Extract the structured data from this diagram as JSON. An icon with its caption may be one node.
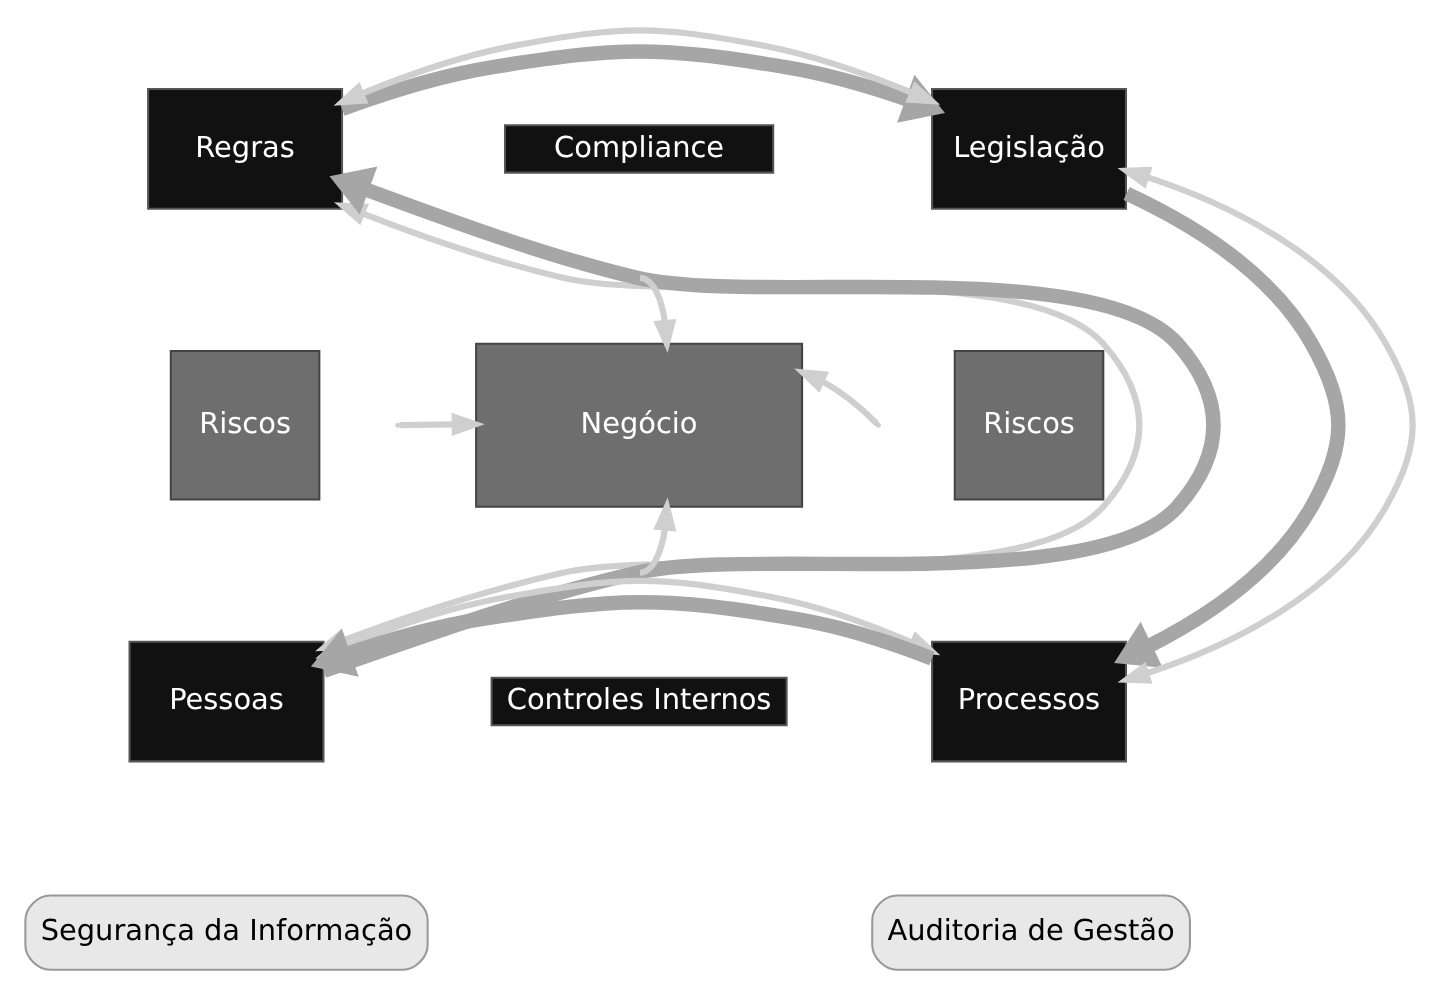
{
  "diagram": {
    "nodes": [
      {
        "text": [
          "Regras"
        ]
      },
      {
        "text": [
          "Compliance"
        ]
      },
      {
        "text": [
          "Legislação"
        ]
      },
      {
        "text": [
          "Riscos"
        ]
      },
      {
        "text": [
          "Negócio"
        ]
      },
      {
        "text": [
          "Riscos"
        ]
      },
      {
        "text": [
          "Pessoas"
        ]
      },
      {
        "text": [
          "Controles Internos"
        ]
      },
      {
        "text": [
          "Processos"
        ]
      },
      {
        "text": [
          "Segurança da Informação"
        ]
      },
      {
        "text": [
          "Auditoria de Gestão"
        ]
      }
    ],
    "edges": [
      {
        "from": 0,
        "to": 2,
        "arrow": "to",
        "style": "thick",
        "color": "#a6a6a6"
      },
      {
        "from": 2,
        "to": 8,
        "arrow": "to",
        "style": "thick",
        "color": "#a6a6a6"
      },
      {
        "from": 8,
        "to": 6,
        "arrow": "to",
        "style": "thick",
        "color": "#a6a6a6"
      },
      {
        "from": 6,
        "to": 0,
        "arrow": "to",
        "style": "thick",
        "color": "#a6a6a6"
      },
      {
        "from": 0,
        "to": 2,
        "arrow": "both"
      },
      {
        "from": null,
        "to": 4,
        "arrow": "to"
      },
      {
        "from": 0,
        "to": 6,
        "arrow": "both"
      },
      {
        "from": 2,
        "to": 8,
        "arrow": "both"
      },
      {
        "from": null,
        "to": 4,
        "arrow": "to"
      },
      {
        "from": null,
        "to": 4,
        "arrow": "to"
      },
      {
        "from": 6,
        "to": 8,
        "arrow": "both"
      },
      {
        "from": null,
        "to": 4,
        "arrow": "to"
      }
    ]
  }
}
